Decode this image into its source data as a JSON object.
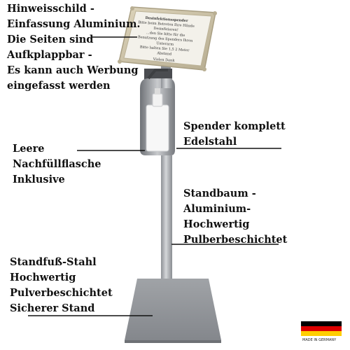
{
  "callouts": {
    "sign": [
      "Hinweisschild -",
      "Einfassung Aluminium.",
      "Die Seiten sind",
      "Aufkplappbar -",
      "Es kann auch Werbung",
      "eingefasst werden"
    ],
    "dispenser": [
      "Spender komplett",
      "Edelstahl"
    ],
    "bottle": [
      "Leere",
      "Nachfüllflasche",
      "Inklusive"
    ],
    "pole": [
      "Standbaum -",
      "Aluminium-",
      "Hochwertig",
      "Pulberbeschichtet"
    ],
    "base": [
      "Standfuß-Stahl",
      "Hochwertig",
      "Pulverbeschichtet",
      "Sicherer Stand"
    ]
  },
  "sign_insert": {
    "title": "Desinfektionsspender",
    "lines": [
      "Bitte beim Betreten Ihre Hände",
      "Desinfizieren!",
      "...den Sie bitte für die",
      "Benutzung des Spenders Ihren",
      "Unterarm",
      "Bitte halten Sie 1,5    2 Meter",
      "Abstand"
    ],
    "closing": "Vielen Dank"
  },
  "badge": {
    "label": "MADE IN GERMANY",
    "colors": [
      "#000000",
      "#dd0000",
      "#ffce00"
    ]
  },
  "colors": {
    "frame": "#c9bfa3",
    "metal": "#a9acb0",
    "base": "#8d9095",
    "line": "#111111"
  }
}
